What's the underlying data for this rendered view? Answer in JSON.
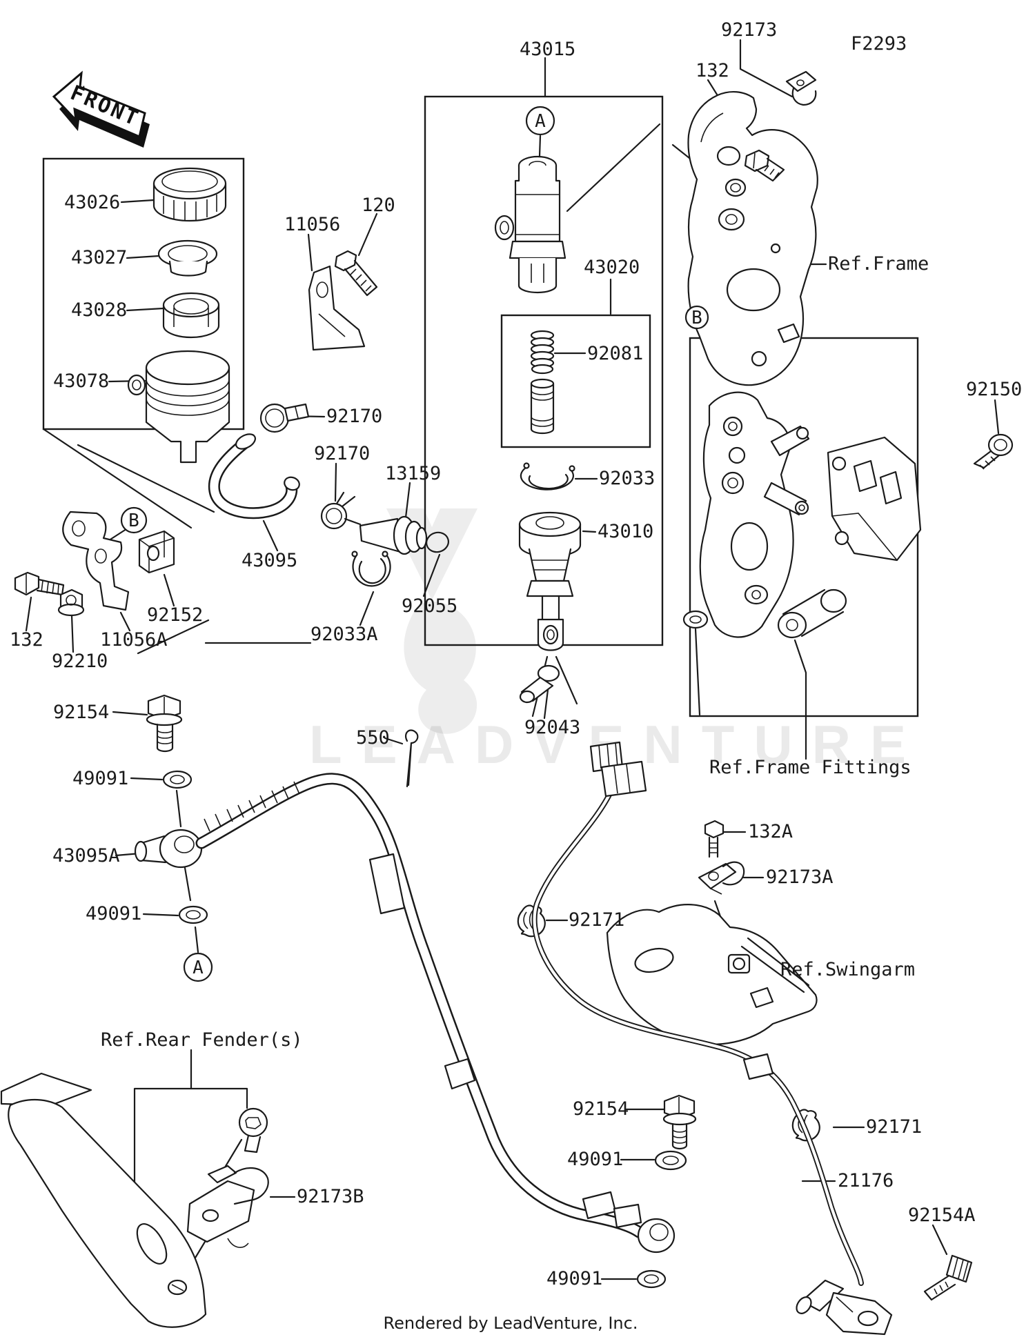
{
  "diagram": {
    "code": "F2293",
    "front_arrow": "FRONT",
    "watermark": "LEADVENTURE",
    "footer": "Rendered by LeadVenture, Inc.",
    "callouts": [
      "A",
      "B",
      "B",
      "A"
    ],
    "labels": [
      "43015",
      "92173",
      "132",
      "F2293",
      "43026",
      "120",
      "11056",
      "43027",
      "43028",
      "43020",
      "Ref.Frame",
      "92081",
      "43078",
      "92150",
      "92170",
      "92170",
      "13159",
      "92033",
      "43010",
      "43095",
      "92055",
      "92152",
      "92033A",
      "132",
      "11056A",
      "92210",
      "92154",
      "49091",
      "550",
      "92043",
      "Ref.Frame Fittings",
      "43095A",
      "49091",
      "132A",
      "92173A",
      "92171",
      "Ref.Swingarm",
      "Ref.Rear Fender(s)",
      "92154",
      "49091",
      "92171",
      "21176",
      "92173B",
      "92154A",
      "49091"
    ]
  }
}
